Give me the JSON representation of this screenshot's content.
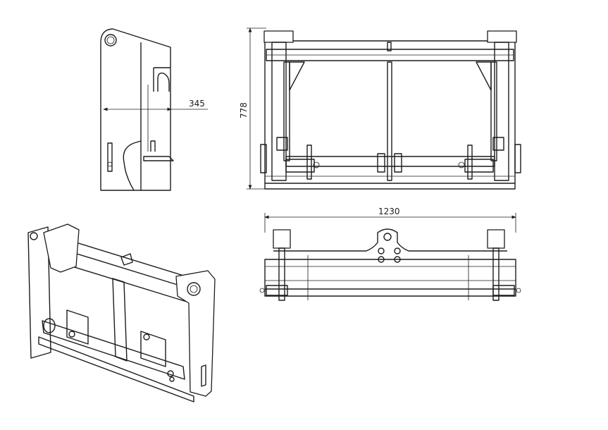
{
  "drawing": {
    "dimensions": {
      "side_depth": "345",
      "front_height": "778",
      "top_width": "1230"
    },
    "views": [
      "side-view",
      "front-view",
      "top-view",
      "isometric-view"
    ]
  }
}
